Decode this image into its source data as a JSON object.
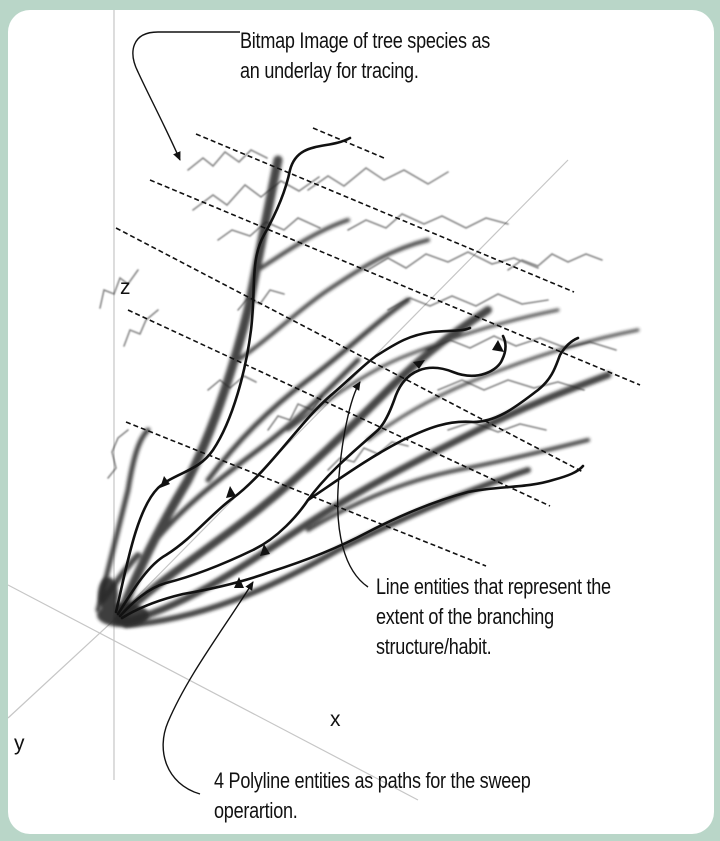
{
  "annotations": {
    "bitmap": {
      "line1": "Bitmap Image of tree species as",
      "line2": "an underlay for tracing."
    },
    "lines": {
      "line1": "Line entities that represent the",
      "line2": "extent of the branching",
      "line3": "structure/habit."
    },
    "polylines": {
      "line1": "4 Polyline entities as paths for the sweep",
      "line2": "operartion."
    }
  },
  "axes": {
    "x": "x",
    "y": "y",
    "z": "z"
  },
  "colors": {
    "background": "#b9d6c8",
    "panel": "#ffffff",
    "ink": "#111111",
    "axis": "#c8c8c8",
    "tree": "#222222"
  }
}
